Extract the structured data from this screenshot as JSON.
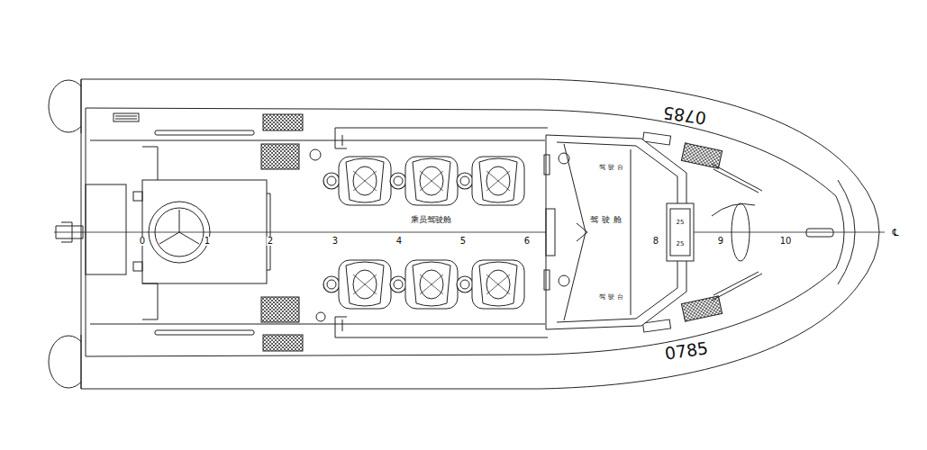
{
  "diagram": {
    "labels": [
      "0785",
      "0785",
      "0",
      "1",
      "2",
      "3",
      "4",
      "5",
      "6",
      "8",
      "9",
      "10",
      "乘员驾驶舱",
      "驾驶舱",
      "驾驶台",
      "驾驶台",
      "25",
      "25",
      "℄"
    ]
  }
}
